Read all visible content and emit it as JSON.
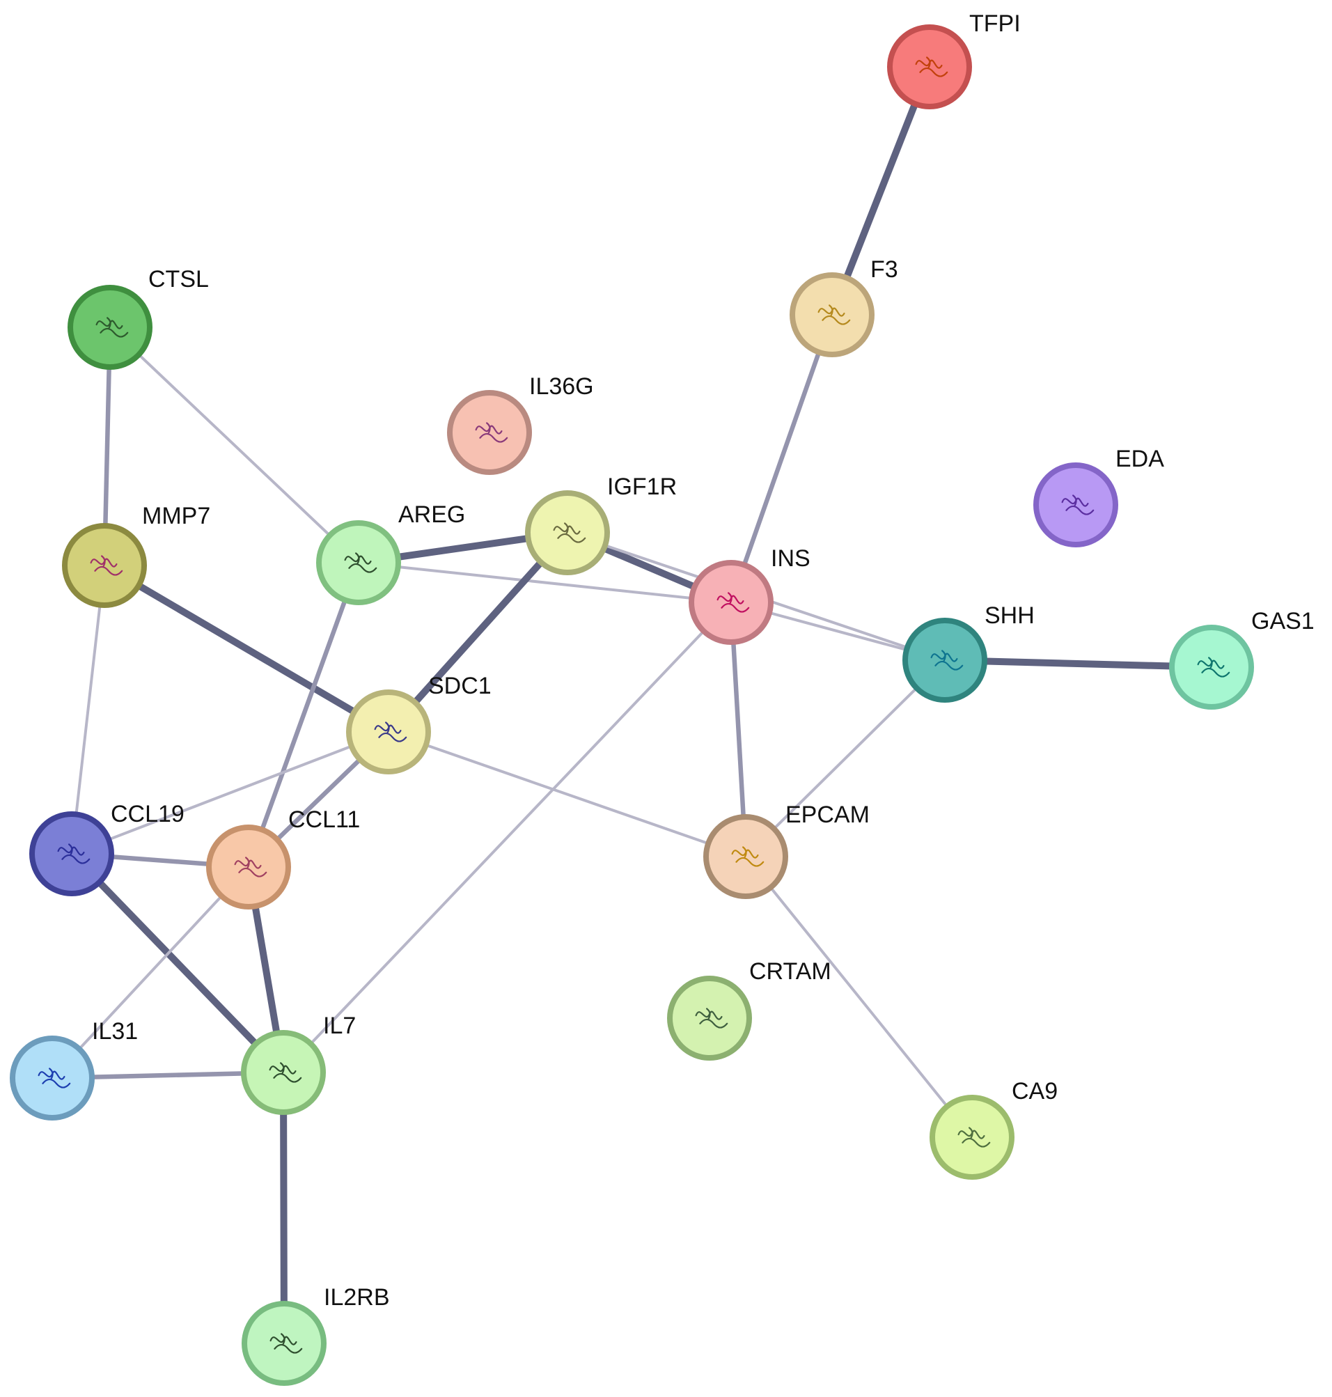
{
  "network": {
    "nodes": [
      {
        "id": "TFPI",
        "label": "TFPI",
        "color": "#f77b7b",
        "border": "#c45050",
        "glyph": "#c2410c"
      },
      {
        "id": "F3",
        "label": "F3",
        "color": "#f3deae",
        "border": "#bca57a",
        "glyph": "#b58a1e"
      },
      {
        "id": "CTSL",
        "label": "CTSL",
        "color": "#6cc56c",
        "border": "#3f8f3f",
        "glyph": "#2d5a2d"
      },
      {
        "id": "IL36G",
        "label": "IL36G",
        "color": "#f7c1b2",
        "border": "#b98a80",
        "glyph": "#8a3a7a"
      },
      {
        "id": "IGF1R",
        "label": "IGF1R",
        "color": "#eef4b0",
        "border": "#a8ae76",
        "glyph": "#6a6a40"
      },
      {
        "id": "EDA",
        "label": "EDA",
        "color": "#b899f4",
        "border": "#8465c8",
        "glyph": "#5b2ea0"
      },
      {
        "id": "MMP7",
        "label": "MMP7",
        "color": "#d2d07a",
        "border": "#8c8a40",
        "glyph": "#a0306a"
      },
      {
        "id": "AREG",
        "label": "AREG",
        "color": "#bff5bb",
        "border": "#80c080",
        "glyph": "#2f4f2f"
      },
      {
        "id": "INS",
        "label": "INS",
        "color": "#f7b1b6",
        "border": "#c07a82",
        "glyph": "#c01060"
      },
      {
        "id": "SHH",
        "label": "SHH",
        "color": "#5fbcb6",
        "border": "#2f847e",
        "glyph": "#0e7490"
      },
      {
        "id": "GAS1",
        "label": "GAS1",
        "color": "#a6f7d1",
        "border": "#6ec4a0",
        "glyph": "#0f766e"
      },
      {
        "id": "SDC1",
        "label": "SDC1",
        "color": "#f3efb0",
        "border": "#b8b47a",
        "glyph": "#3a3a8a"
      },
      {
        "id": "CCL19",
        "label": "CCL19",
        "color": "#7b7fd6",
        "border": "#3e4196",
        "glyph": "#2b2f9a"
      },
      {
        "id": "CCL11",
        "label": "CCL11",
        "color": "#f8c8a8",
        "border": "#c7926c",
        "glyph": "#a04060"
      },
      {
        "id": "EPCAM",
        "label": "EPCAM",
        "color": "#f5d3b8",
        "border": "#a98c70",
        "glyph": "#c08a10"
      },
      {
        "id": "CRTAM",
        "label": "CRTAM",
        "color": "#d4f2b0",
        "border": "#8cb070",
        "glyph": "#3f5f3f"
      },
      {
        "id": "IL31",
        "label": "IL31",
        "color": "#b0dff8",
        "border": "#6c9cbc",
        "glyph": "#1d3fb0"
      },
      {
        "id": "IL7",
        "label": "IL7",
        "color": "#c6f5b6",
        "border": "#86bc78",
        "glyph": "#2f4f2f"
      },
      {
        "id": "CA9",
        "label": "CA9",
        "color": "#def7a6",
        "border": "#9cbc6c",
        "glyph": "#4f6f3f"
      },
      {
        "id": "IL2RB",
        "label": "IL2RB",
        "color": "#bff5c0",
        "border": "#78bc80",
        "glyph": "#2f4f2f"
      }
    ],
    "edges": [
      {
        "source": "TFPI",
        "target": "F3",
        "weight": "strong"
      },
      {
        "source": "F3",
        "target": "INS",
        "weight": "medium"
      },
      {
        "source": "CTSL",
        "target": "MMP7",
        "weight": "medium"
      },
      {
        "source": "CTSL",
        "target": "AREG",
        "weight": "weak"
      },
      {
        "source": "MMP7",
        "target": "SDC1",
        "weight": "strong"
      },
      {
        "source": "MMP7",
        "target": "CCL19",
        "weight": "weak"
      },
      {
        "source": "AREG",
        "target": "IGF1R",
        "weight": "strong"
      },
      {
        "source": "AREG",
        "target": "INS",
        "weight": "weak"
      },
      {
        "source": "AREG",
        "target": "CCL11",
        "weight": "medium"
      },
      {
        "source": "IGF1R",
        "target": "INS",
        "weight": "strong"
      },
      {
        "source": "IGF1R",
        "target": "SHH",
        "weight": "weak"
      },
      {
        "source": "IGF1R",
        "target": "SDC1",
        "weight": "strong"
      },
      {
        "source": "INS",
        "target": "SHH",
        "weight": "weak"
      },
      {
        "source": "INS",
        "target": "EPCAM",
        "weight": "medium"
      },
      {
        "source": "INS",
        "target": "IL7",
        "weight": "weak"
      },
      {
        "source": "SHH",
        "target": "GAS1",
        "weight": "strong"
      },
      {
        "source": "SHH",
        "target": "EPCAM",
        "weight": "weak"
      },
      {
        "source": "SDC1",
        "target": "CCL19",
        "weight": "weak"
      },
      {
        "source": "SDC1",
        "target": "CCL11",
        "weight": "medium"
      },
      {
        "source": "SDC1",
        "target": "EPCAM",
        "weight": "weak"
      },
      {
        "source": "CCL19",
        "target": "CCL11",
        "weight": "medium"
      },
      {
        "source": "CCL19",
        "target": "IL7",
        "weight": "strong"
      },
      {
        "source": "CCL11",
        "target": "IL7",
        "weight": "strong"
      },
      {
        "source": "CCL11",
        "target": "IL31",
        "weight": "weak"
      },
      {
        "source": "IL31",
        "target": "IL7",
        "weight": "medium"
      },
      {
        "source": "IL7",
        "target": "IL2RB",
        "weight": "strong"
      },
      {
        "source": "EPCAM",
        "target": "CA9",
        "weight": "weak"
      }
    ],
    "edge_colors": {
      "strong": "#5e6280",
      "medium": "#9494ad",
      "weak": "#b7b6c8"
    }
  }
}
